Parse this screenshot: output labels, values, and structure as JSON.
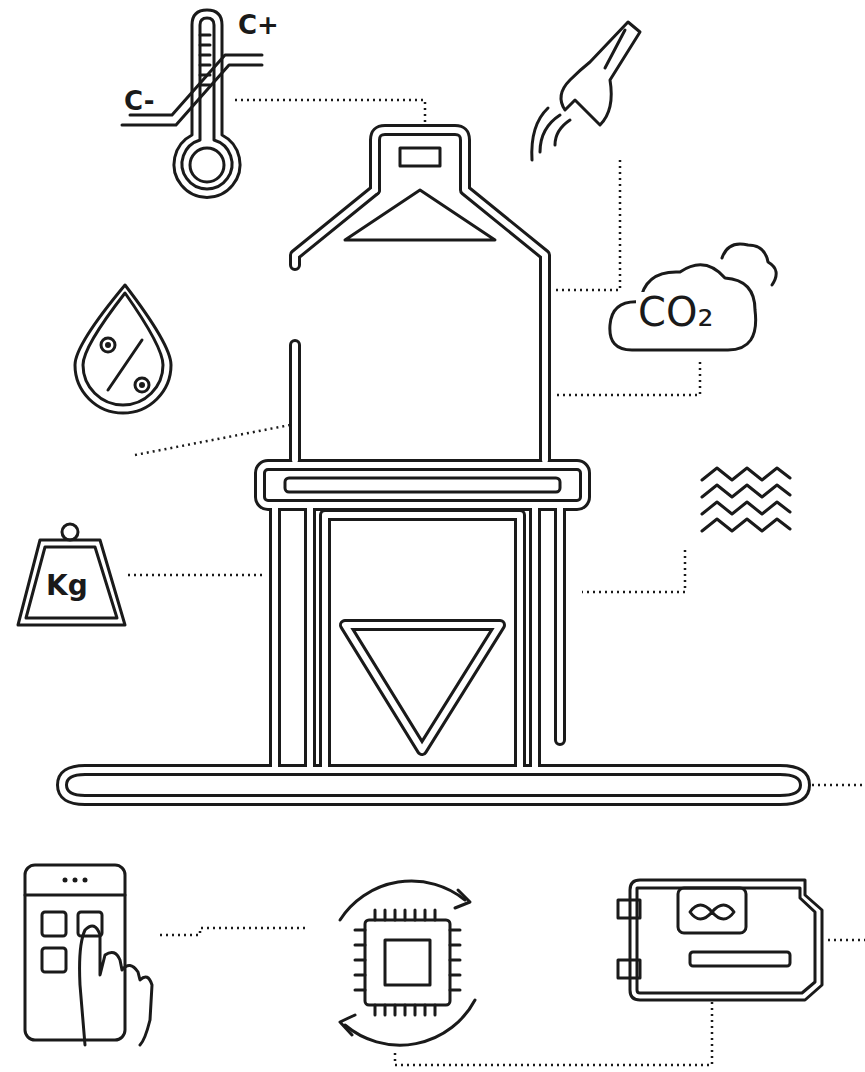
{
  "diagram": {
    "labels": [
      "C+",
      "C-",
      "CO₂",
      "Kg"
    ]
  }
}
